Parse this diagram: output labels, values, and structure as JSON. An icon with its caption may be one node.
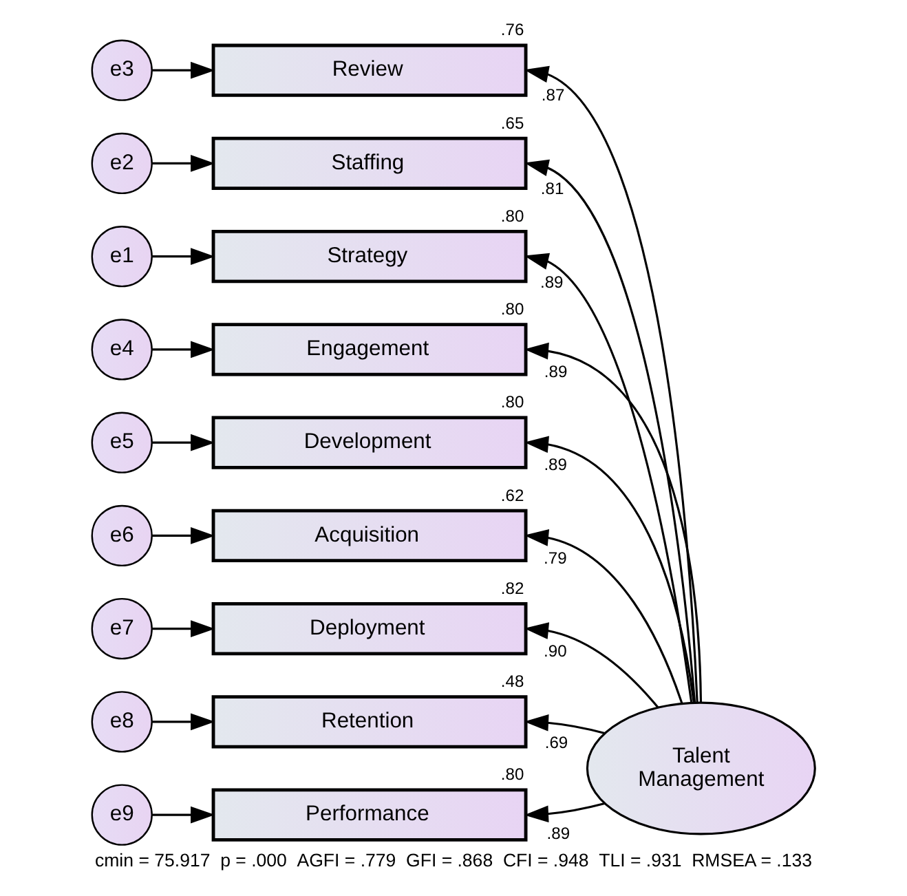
{
  "diagram": {
    "caption": "cmin = 75.917  p = .000  AGFI = .779  GFI = .868  CFI = .948  TLI = .931  RMSEA = .133",
    "nodes": [
      {
        "text": [
          "e3"
        ]
      },
      {
        "text": [
          "Review"
        ],
        "beside": [
          ".76"
        ]
      },
      {
        "text": [
          "e2"
        ]
      },
      {
        "text": [
          "Staffing"
        ],
        "beside": [
          ".65"
        ]
      },
      {
        "text": [
          "e1"
        ]
      },
      {
        "text": [
          "Strategy"
        ],
        "beside": [
          ".80"
        ]
      },
      {
        "text": [
          "e4"
        ]
      },
      {
        "text": [
          "Engagement"
        ],
        "beside": [
          ".80"
        ]
      },
      {
        "text": [
          "e5"
        ]
      },
      {
        "text": [
          "Development"
        ],
        "beside": [
          ".80"
        ]
      },
      {
        "text": [
          "e6"
        ]
      },
      {
        "text": [
          "Acquisition"
        ],
        "beside": [
          ".62"
        ]
      },
      {
        "text": [
          "e7"
        ]
      },
      {
        "text": [
          "Deployment"
        ],
        "beside": [
          ".82"
        ]
      },
      {
        "text": [
          "e8"
        ]
      },
      {
        "text": [
          "Retention"
        ],
        "beside": [
          ".48"
        ]
      },
      {
        "text": [
          "e9"
        ]
      },
      {
        "text": [
          "Performance"
        ],
        "beside": [
          ".80"
        ]
      },
      {
        "text": [
          "Talent Management"
        ]
      }
    ],
    "edges": [
      {
        "from": 0,
        "to": 1,
        "arrow": "to"
      },
      {
        "from": 2,
        "to": 3,
        "arrow": "to"
      },
      {
        "from": 4,
        "to": 5,
        "arrow": "to"
      },
      {
        "from": 6,
        "to": 7,
        "arrow": "to"
      },
      {
        "from": 8,
        "to": 9,
        "arrow": "to"
      },
      {
        "from": 10,
        "to": 11,
        "arrow": "to"
      },
      {
        "from": 12,
        "to": 13,
        "arrow": "to"
      },
      {
        "from": 14,
        "to": 15,
        "arrow": "to"
      },
      {
        "from": 16,
        "to": 17,
        "arrow": "to"
      },
      {
        "from": 18,
        "to": 1,
        "arrow": "to",
        "label": ".87"
      },
      {
        "from": 18,
        "to": 3,
        "arrow": "to",
        "label": ".81"
      },
      {
        "from": 18,
        "to": 5,
        "arrow": "to",
        "label": ".89"
      },
      {
        "from": 18,
        "to": 7,
        "arrow": "to",
        "label": ".89"
      },
      {
        "from": 18,
        "to": 9,
        "arrow": "to",
        "label": ".89"
      },
      {
        "from": 18,
        "to": 11,
        "arrow": "to",
        "label": ".79"
      },
      {
        "from": 18,
        "to": 13,
        "arrow": "to",
        "label": ".90"
      },
      {
        "from": 18,
        "to": 15,
        "arrow": "to",
        "label": ".69"
      },
      {
        "from": 18,
        "to": 17,
        "arrow": "to",
        "label": ".89"
      }
    ]
  }
}
